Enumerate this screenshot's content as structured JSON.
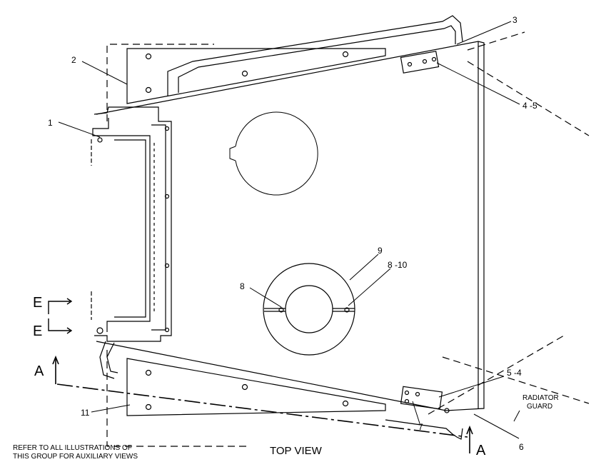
{
  "diagram": {
    "callouts": {
      "c1": "1",
      "c2": "2",
      "c3": "3",
      "c4_5": "4 -5",
      "c5_4": "5 -4",
      "c6": "6",
      "c7": "7",
      "c8": "8",
      "c8_10": "8 -10",
      "c9": "9",
      "c11": "11"
    },
    "section_marks": {
      "e_upper": "E",
      "e_lower": "E",
      "a_left": "A",
      "a_right": "A"
    },
    "labels": {
      "radiator_guard_line1": "RADIATOR",
      "radiator_guard_line2": "GUARD",
      "view_title": "TOP VIEW",
      "note_line1": "REFER TO ALL ILLUSTRATIONS OF",
      "note_line2": "THIS GROUP FOR AUXILIARY VIEWS"
    },
    "colors": {
      "ink": "#000000",
      "paper": "#ffffff"
    }
  }
}
